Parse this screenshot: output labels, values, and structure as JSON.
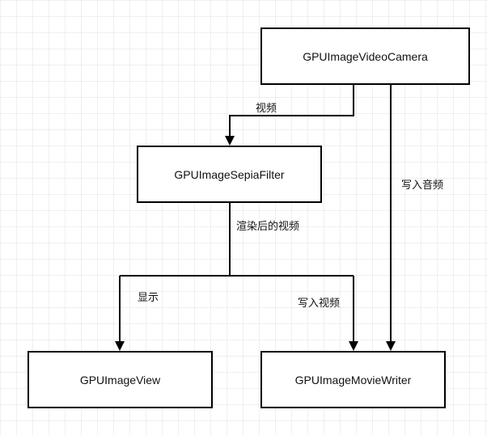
{
  "nodes": {
    "camera": "GPUImageVideoCamera",
    "sepia": "GPUImageSepiaFilter",
    "view": "GPUImageView",
    "writer": "GPUImageMovieWriter"
  },
  "edges": {
    "camera_to_sepia": "视频",
    "camera_to_writer": "写入音频",
    "sepia_out": "渲染后的视频",
    "to_view": "显示",
    "to_writer": "写入视频"
  }
}
